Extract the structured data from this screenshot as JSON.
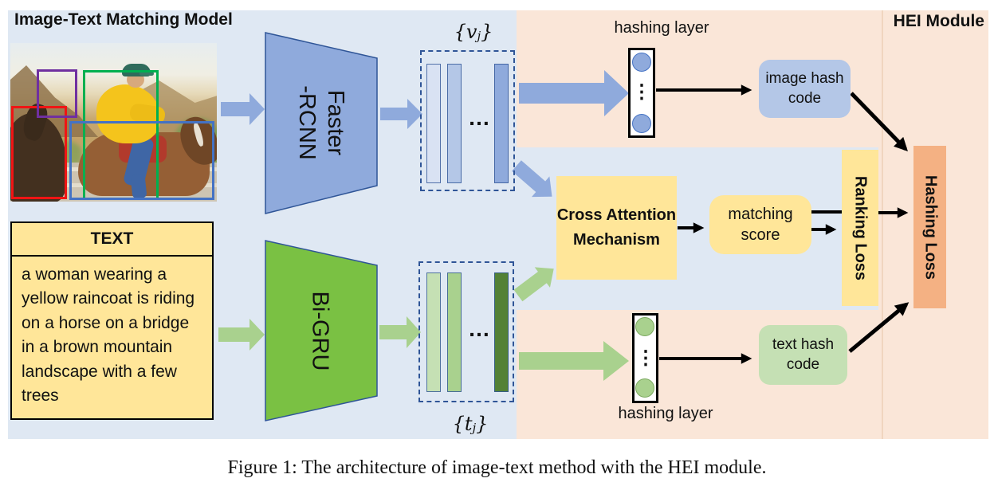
{
  "figure": {
    "left_region_title": "Image-Text Matching Model",
    "right_region_title": "HEI Module",
    "caption": "Figure 1: The architecture of image-text method with the HEI module."
  },
  "text_input": {
    "header": "TEXT",
    "body": "a woman wearing a yellow raincoat is riding on a horse on a bridge in a brown mountain landscape with a few trees"
  },
  "encoders": {
    "image_encoder": "Faster\n-RCNN",
    "text_encoder": "Bi-GRU"
  },
  "features": {
    "brace_l": "{",
    "brace_r": "}",
    "image_letter": "v",
    "text_letter": "t",
    "subscript": "j",
    "ellipsis_h": "…"
  },
  "hei": {
    "hashing_layer_top": "hashing layer",
    "hashing_layer_bottom": "hashing layer",
    "image_hash_code": "image hash code",
    "text_hash_code": "text hash code",
    "ellipsis_v": "⋮"
  },
  "matching": {
    "cross_attention": "Cross Attention Mechanism",
    "matching_score": "matching score",
    "ranking_loss": "Ranking Loss",
    "hashing_loss": "Hashing Loss"
  },
  "colors": {
    "left_bg": "#DFE8F3",
    "hei_bg": "#FAE6D8",
    "blue_accent": "#8FAADC",
    "light_blue": "#B4C7E7",
    "dark_blue_border": "#2F5597",
    "green_encoder": "#7AC143",
    "light_green": "#C5E0B4",
    "mid_green": "#A9D18E",
    "dark_green": "#538135",
    "yellow": "#FFE699",
    "orange": "#F4B183",
    "bbox_red": "#F01414",
    "bbox_purple": "#7030A0",
    "bbox_green": "#00B050",
    "bbox_blue": "#4472C4"
  }
}
